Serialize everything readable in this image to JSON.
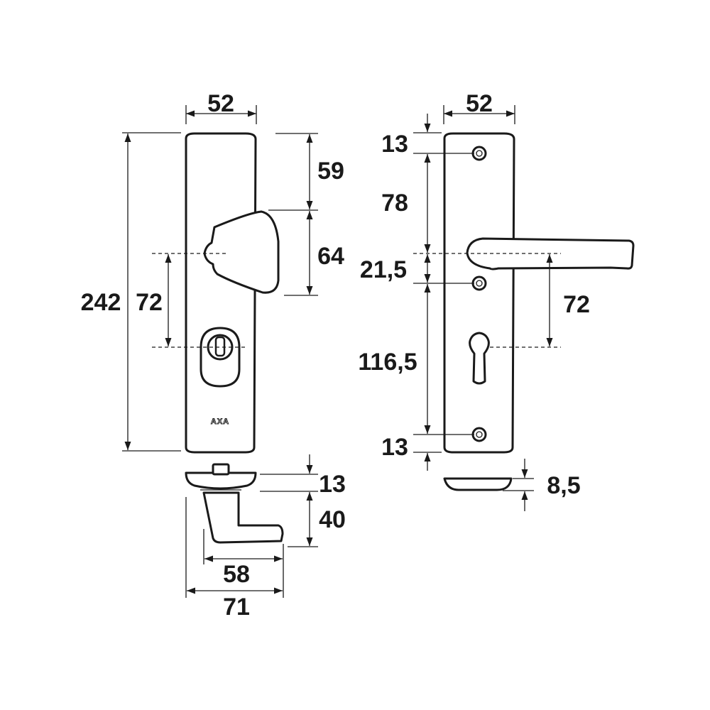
{
  "brand_logo": "AXA",
  "dimensions": {
    "front_plate_width": "52",
    "front_total_height": "242",
    "front_knob_top": "59",
    "front_knob_height": "64",
    "front_center_distance": "72",
    "bottom_rosette": "13",
    "bottom_handle_drop": "40",
    "bottom_handle_length": "58",
    "bottom_total_length": "71",
    "back_plate_width": "52",
    "back_top_screw": "13",
    "back_screw_to_handle": "78",
    "back_handle_to_screw": "21,5",
    "back_screw_to_bottom": "116,5",
    "back_bottom_screw": "13",
    "back_center_distance": "72",
    "back_plate_thickness": "8,5"
  },
  "colors": {
    "line": "#1a1a1a",
    "background": "#ffffff"
  }
}
